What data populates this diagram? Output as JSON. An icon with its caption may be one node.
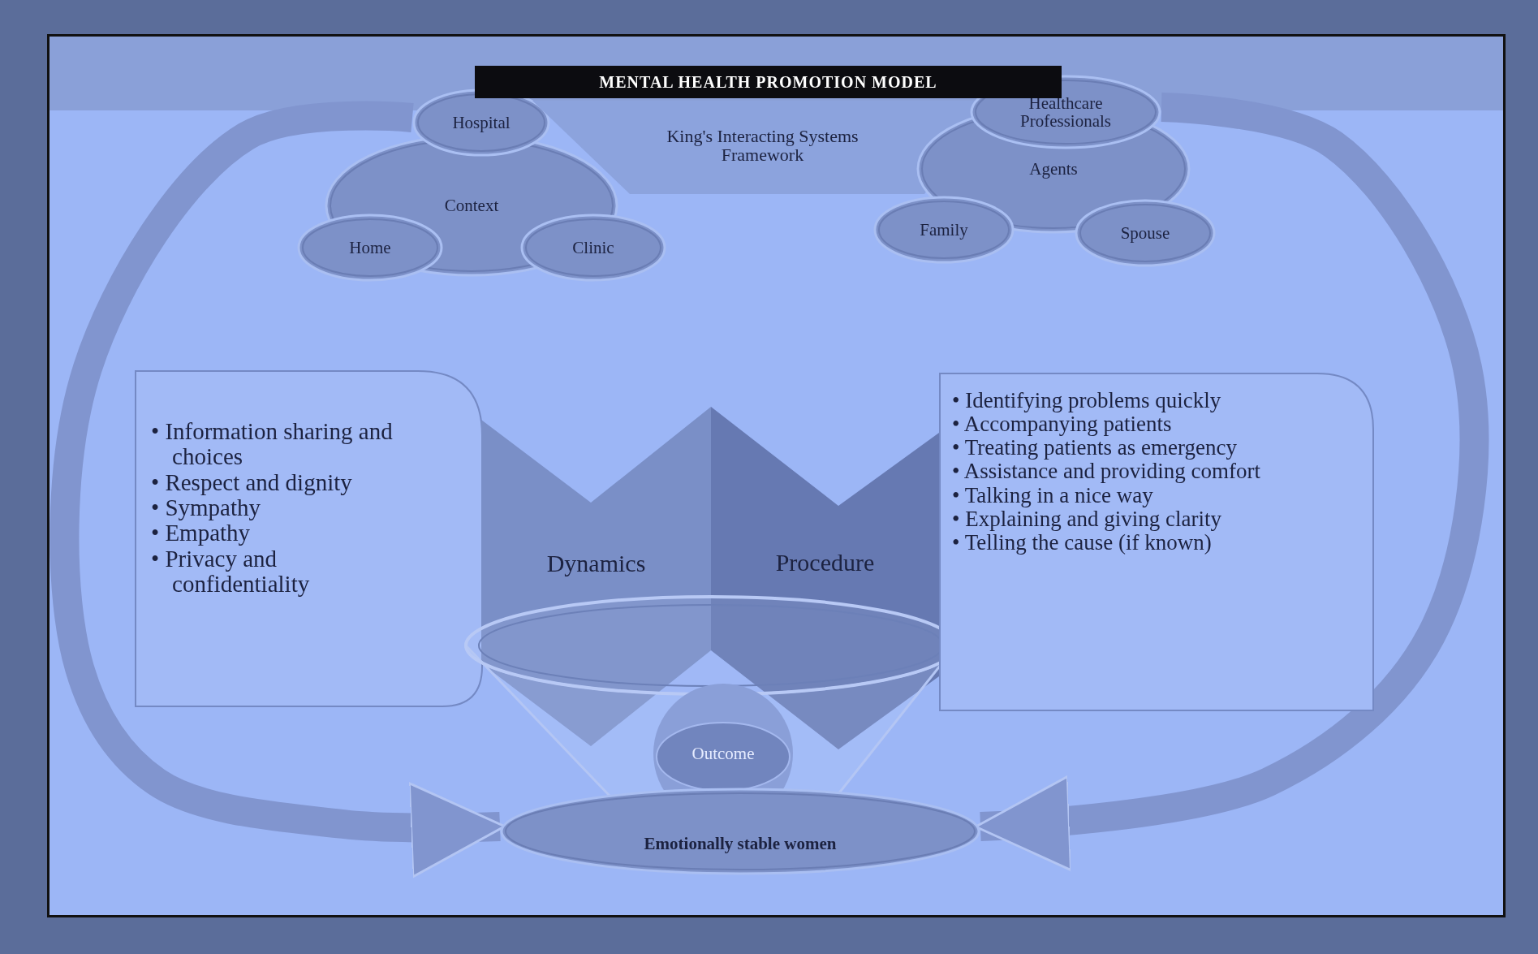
{
  "diagram": {
    "title": "MENTAL HEALTH PROMOTION MODEL",
    "nodes": [
      {
        "text": [
          "Context"
        ]
      },
      {
        "text": [
          "Hospital"
        ]
      },
      {
        "text": [
          "Home"
        ]
      },
      {
        "text": [
          "Clinic"
        ]
      },
      {
        "text": [
          "King's Interacting Systems Framework"
        ]
      },
      {
        "text": [
          "Agents"
        ]
      },
      {
        "text": [
          "Healthcare Professionals"
        ]
      },
      {
        "text": [
          "Family"
        ]
      },
      {
        "text": [
          "Spouse"
        ]
      },
      {
        "text": [
          "• Information sharing and choices",
          "• Respect and dignity",
          "• Sympathy",
          "• Empathy",
          "• Privacy and confidentiality"
        ]
      },
      {
        "text": [
          "Dynamics"
        ]
      },
      {
        "text": [
          "Procedure"
        ]
      },
      {
        "text": [
          "• Identifying problems quickly",
          "• Accompanying patients",
          "• Treating patients as emergency",
          "• Assistance and providing comfort",
          "• Talking in a nice way",
          "• Explaining and giving clarity",
          "• Telling the cause (if known)"
        ]
      },
      {
        "text": [
          "Outcome"
        ]
      },
      {
        "text": [
          "Emotionally stable women"
        ]
      }
    ],
    "edges": [
      {
        "from": 1,
        "to": 14,
        "arrow": "to"
      },
      {
        "from": 6,
        "to": 14,
        "arrow": "to"
      }
    ]
  }
}
